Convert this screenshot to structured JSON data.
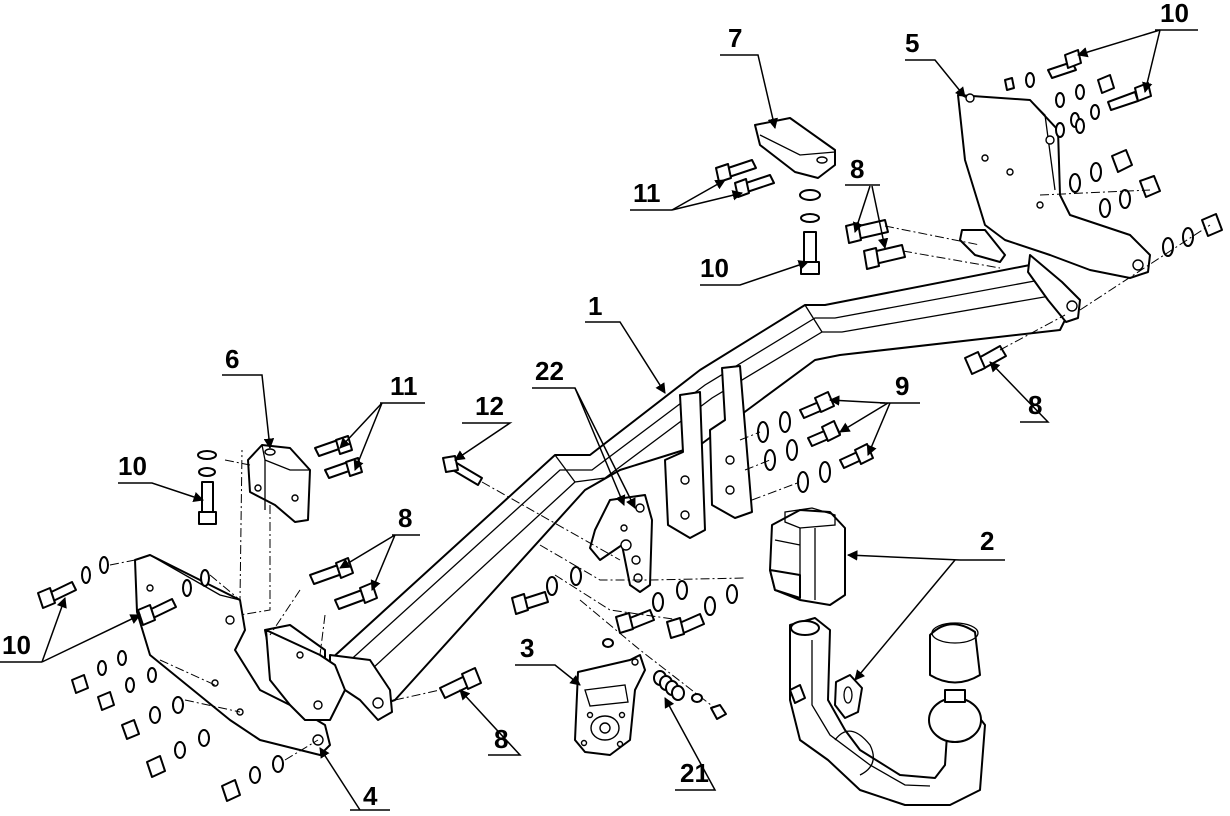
{
  "callouts": {
    "c1": "1",
    "c2": "2",
    "c3": "3",
    "c4": "4",
    "c5": "5",
    "c6": "6",
    "c7": "7",
    "c8a": "8",
    "c8b": "8",
    "c8c": "8",
    "c8d": "8",
    "c9": "9",
    "c10a": "10",
    "c10b": "10",
    "c10c": "10",
    "c10d": "10",
    "c11a": "11",
    "c11b": "11",
    "c12": "12",
    "c21": "21",
    "c22": "22"
  }
}
